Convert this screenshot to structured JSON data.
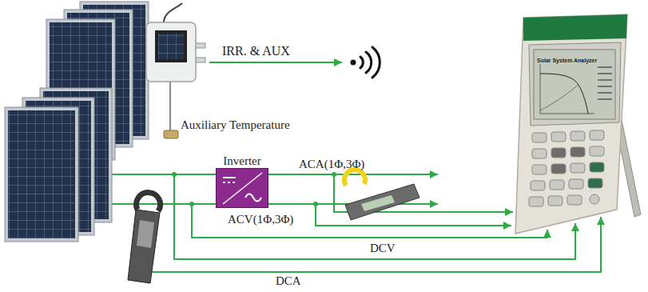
{
  "diagram": {
    "nodes": [
      {
        "text": [
          "Inverter"
        ]
      },
      {
        "text": [
          "Solar System Analyzer"
        ]
      }
    ],
    "edges": [
      {
        "from": 0,
        "to": 1,
        "arrow": "to"
      }
    ],
    "labels": [
      "IRR. & AUX",
      "Auxiliary Temperature",
      "ACA(1Φ,3Φ)",
      "ACV(1Φ,3Φ)",
      "DCV",
      "DCA"
    ]
  }
}
